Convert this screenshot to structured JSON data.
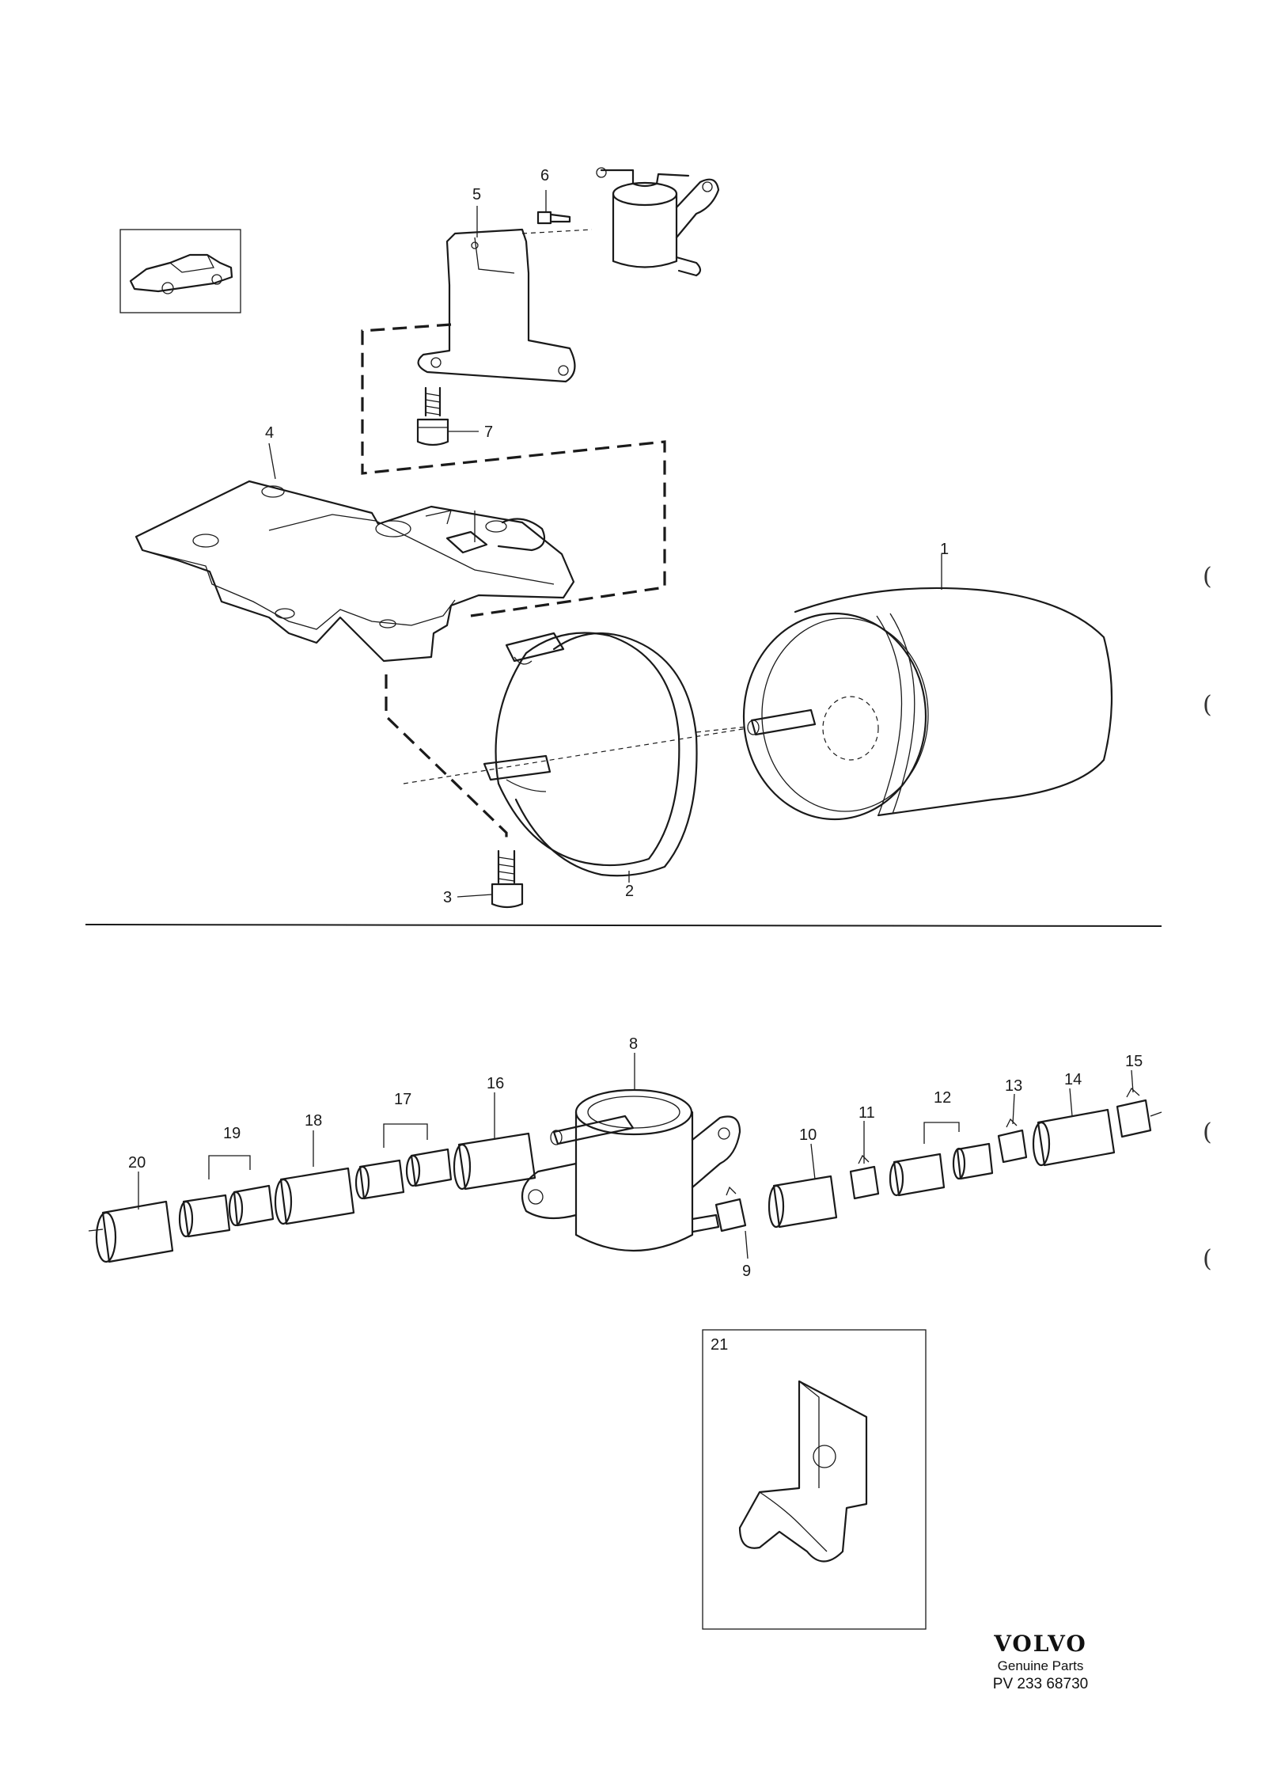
{
  "callouts": [
    {
      "id": "1",
      "text": "1"
    },
    {
      "id": "2",
      "text": "2"
    },
    {
      "id": "3",
      "text": "3"
    },
    {
      "id": "4",
      "text": "4"
    },
    {
      "id": "5",
      "text": "5"
    },
    {
      "id": "6",
      "text": "6"
    },
    {
      "id": "7",
      "text": "7"
    },
    {
      "id": "8",
      "text": "8"
    },
    {
      "id": "9",
      "text": "9"
    },
    {
      "id": "10",
      "text": "10"
    },
    {
      "id": "11",
      "text": "11"
    },
    {
      "id": "12",
      "text": "12"
    },
    {
      "id": "13",
      "text": "13"
    },
    {
      "id": "14",
      "text": "14"
    },
    {
      "id": "15",
      "text": "15"
    },
    {
      "id": "16",
      "text": "16"
    },
    {
      "id": "17",
      "text": "17"
    },
    {
      "id": "18",
      "text": "18"
    },
    {
      "id": "19",
      "text": "19"
    },
    {
      "id": "20",
      "text": "20"
    },
    {
      "id": "21",
      "text": "21"
    }
  ],
  "brand": {
    "name": "VOLVO",
    "subtitle": "Genuine Parts",
    "reference": "PV 233 68730"
  },
  "margin_marks": [
    "(",
    "(",
    "(",
    "("
  ]
}
